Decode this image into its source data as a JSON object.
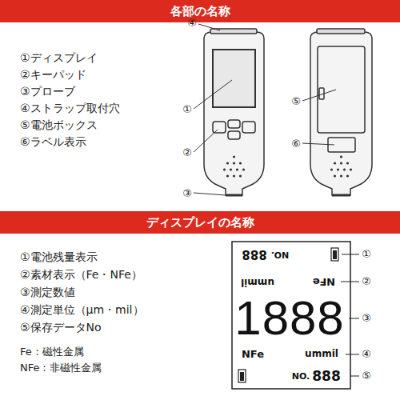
{
  "diagram": {
    "nodes": [
      {
        "text": [
          "各部の名称"
        ]
      },
      {
        "text": [
          "ディスプレイの名称"
        ]
      }
    ],
    "labels": [
      "①ディスプレイ",
      "②キーパッド",
      "③プローブ",
      "④ストラップ取付穴",
      "⑤電池ボックス",
      "⑥ラベル表示",
      "④",
      "①",
      "②",
      "③",
      "⑤",
      "⑥",
      "①電池残量表示",
      "②素材表示（Fe・NFe）",
      "③測定数値",
      "④測定単位（μm・mil）",
      "⑤保存データNo",
      "Fe：磁性金属",
      "NFe：非磁性金属",
      "888",
      "NO.",
      "ummil",
      "NFe",
      "1888",
      "NFe",
      "ummil",
      "NO.",
      "888",
      "①",
      "②",
      "③",
      "④",
      "⑤"
    ]
  }
}
